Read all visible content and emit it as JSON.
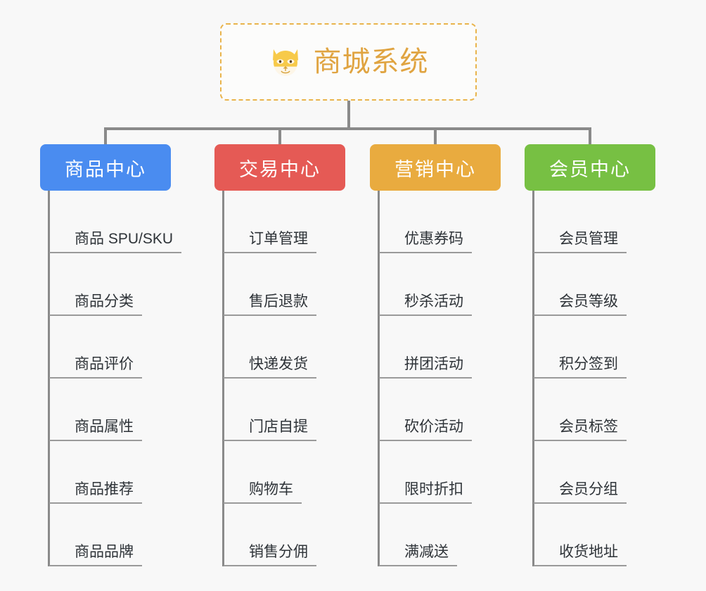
{
  "diagram": {
    "type": "org-chart-mindmap",
    "background_color": "#f8f8f8",
    "connector_color": "#8a8a8a"
  },
  "root": {
    "title": "商城系统",
    "icon": "dog-face-emoji",
    "border_color": "#e9b44c",
    "text_color": "#e0a441",
    "fill_color": "#fcfcfb"
  },
  "columns": [
    {
      "header": "商品中心",
      "color": "#4a8cf0",
      "items": [
        "商品 SPU/SKU",
        "商品分类",
        "商品评价",
        "商品属性",
        "商品推荐",
        "商品品牌"
      ]
    },
    {
      "header": "交易中心",
      "color": "#e55a55",
      "items": [
        "订单管理",
        "售后退款",
        "快递发货",
        "门店自提",
        "购物车",
        "销售分佣"
      ]
    },
    {
      "header": "营销中心",
      "color": "#e9ab3f",
      "items": [
        "优惠券码",
        "秒杀活动",
        "拼团活动",
        "砍价活动",
        "限时折扣",
        "满减送"
      ]
    },
    {
      "header": "会员中心",
      "color": "#77c043",
      "items": [
        "会员管理",
        "会员等级",
        "积分签到",
        "会员标签",
        "会员分组",
        "收货地址"
      ]
    }
  ]
}
